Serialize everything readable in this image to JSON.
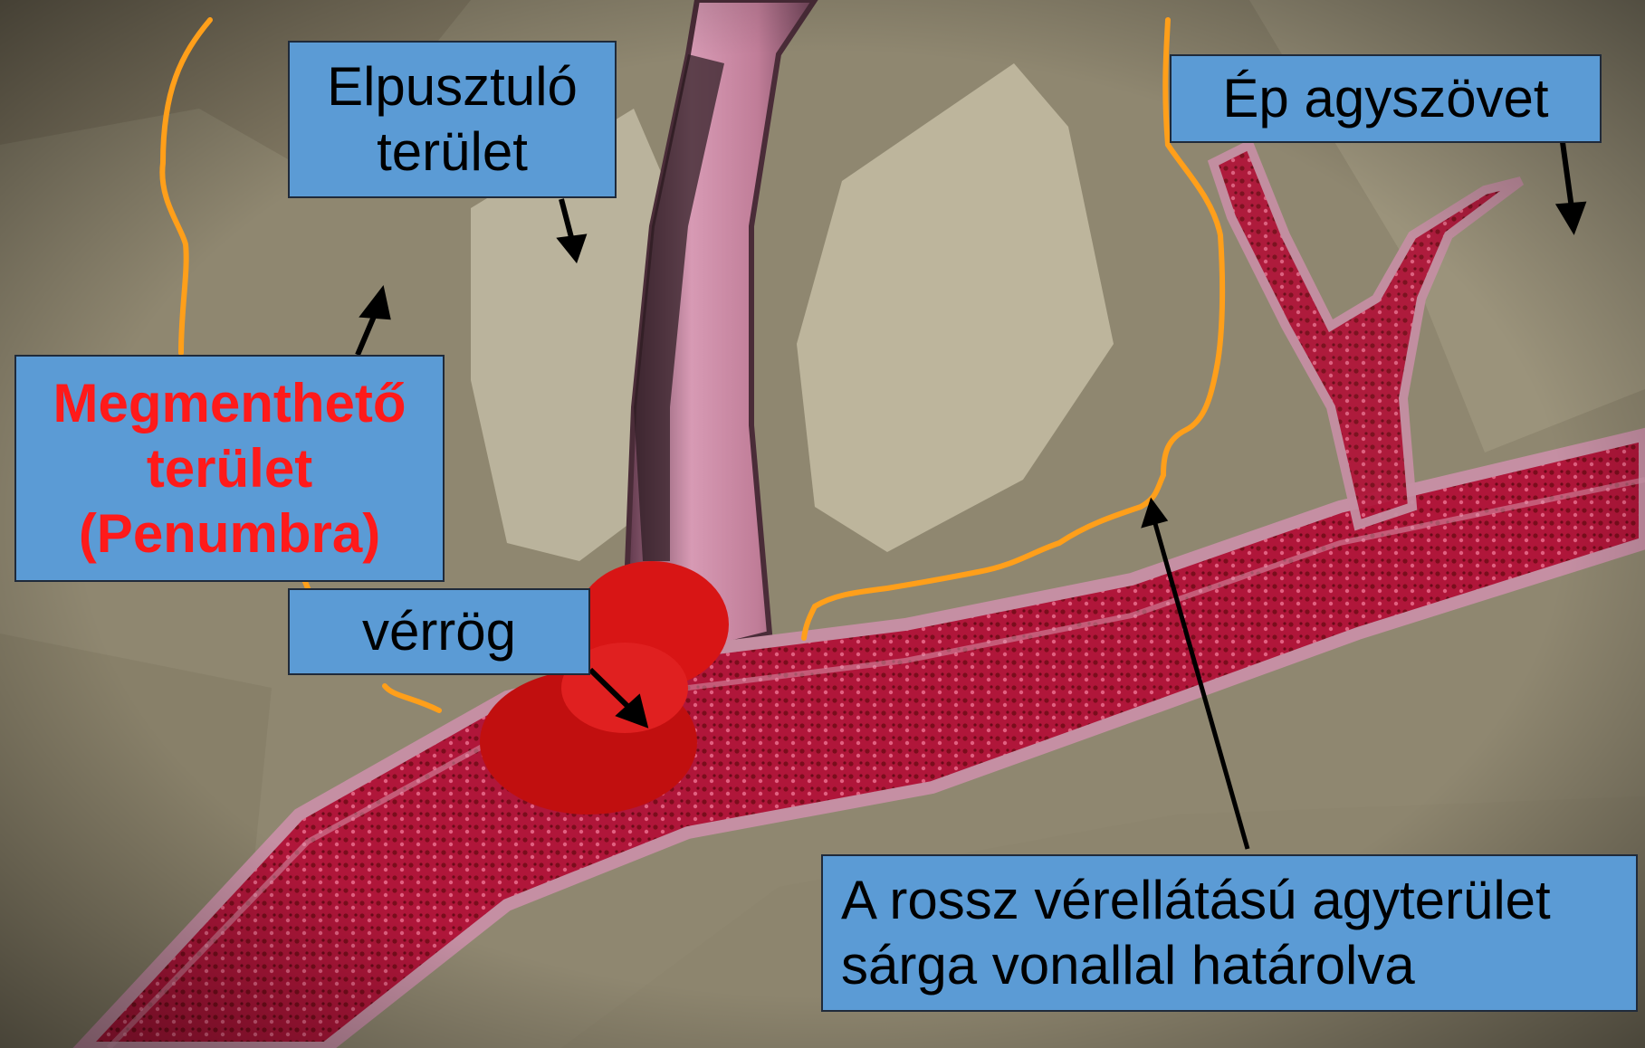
{
  "labels": {
    "destroyed": {
      "line1": "Elpusztuló",
      "line2": "terület"
    },
    "healthy": {
      "text": "Ép agyszövet"
    },
    "penumbra": {
      "line1": "Megmenthető",
      "line2": "terület",
      "line3": "(Penumbra)"
    },
    "clot": {
      "text": "vérrög"
    },
    "boundary": {
      "line1": "A rossz vérellátású agyterület",
      "line2": "sárga vonallal határolva"
    }
  },
  "colors": {
    "label_box_fill": "#5b9bd5",
    "penumbra_text": "#ff1a1a",
    "boundary_line": "#ff9f1a",
    "arrow": "#000000",
    "clot": "#d81515",
    "vessel": "#c98aa4",
    "tissue": "#9a9178"
  }
}
